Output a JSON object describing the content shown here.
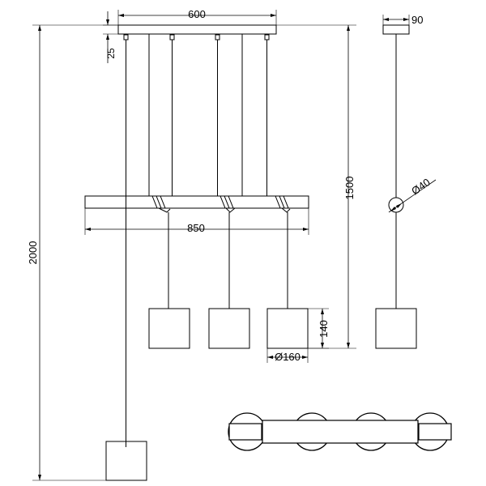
{
  "drawing": {
    "dimensions": {
      "canopy_length": "600",
      "canopy_height": "25",
      "overall_height": "2000",
      "suspension_height": "1500",
      "bar_length": "850",
      "shade_height": "140",
      "shade_diameter": "Ø160",
      "side_canopy_width": "90",
      "side_joint_diameter": "Ø40"
    },
    "colors": {
      "line": "#000000",
      "background": "#ffffff"
    }
  }
}
